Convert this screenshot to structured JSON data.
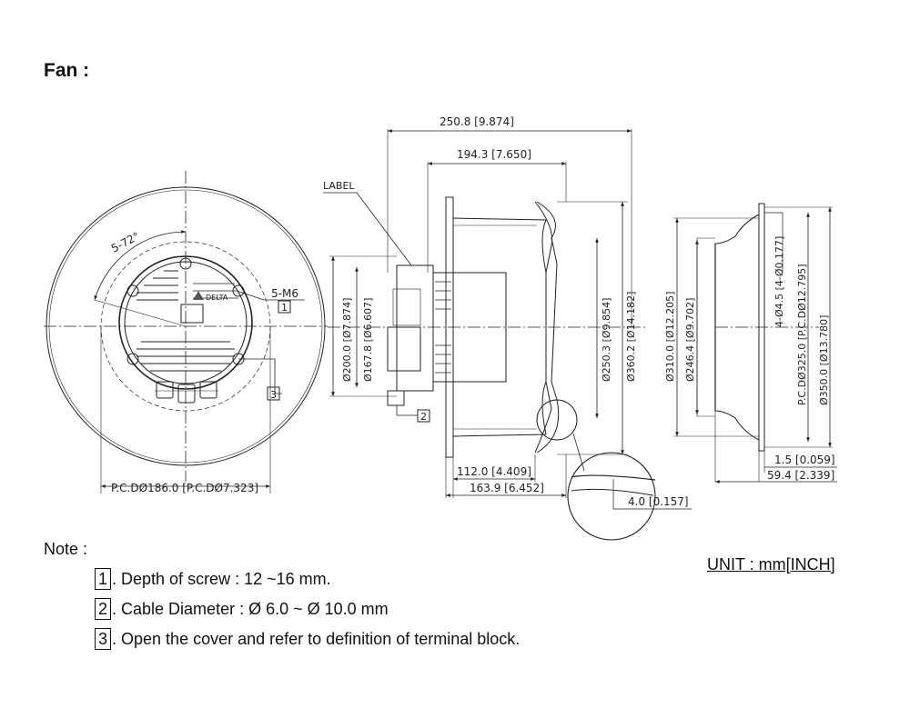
{
  "title": "Fan :",
  "front_view": {
    "angle_label": "5-72°",
    "screw_label": "5-M6",
    "callout_1": "1",
    "callout_3": "3",
    "pcd_label": "P.C.DØ186.0 [P.C.DØ7.323]",
    "logo_text": "DELTA"
  },
  "side_view": {
    "label_tag": "LABEL",
    "dim_overall_length": "250.8 [9.874]",
    "dim_inner_length": "194.3 [7.650]",
    "dim_dia_200": "Ø200.0 [Ø7.874]",
    "dim_dia_167": "Ø167.8 [Ø6.607]",
    "dim_dia_250": "Ø250.3 [Ø9.854]",
    "dim_dia_360": "Ø360.2 [Ø14.182]",
    "dim_112": "112.0 [4.409]",
    "dim_163": "163.9 [6.452]",
    "dim_4": "4.0 [0.157]",
    "callout_2": "2"
  },
  "ring_view": {
    "dim_dia_310": "Ø310.0 [Ø12.205]",
    "dim_dia_246": "Ø246.4 [Ø9.702]",
    "dim_holes": "4-Ø4.5 [4-Ø0.177]",
    "dim_pcd_325": "P.C.DØ325.0 [P.C.DØ12.795]",
    "dim_dia_350": "Ø350.0 [Ø13.780]",
    "dim_1_5": "1.5 [0.059]",
    "dim_59_4": "59.4 [2.339]"
  },
  "notes": {
    "label": "Note :",
    "items": [
      {
        "num": "1",
        "text": ". Depth of screw : 12 ~16 mm."
      },
      {
        "num": "2",
        "text": ". Cable Diameter : Ø 6.0 ~ Ø 10.0 mm"
      },
      {
        "num": "3",
        "text": ". Open the cover and refer to definition of terminal block."
      }
    ]
  },
  "unit": "UNIT : mm[INCH]"
}
